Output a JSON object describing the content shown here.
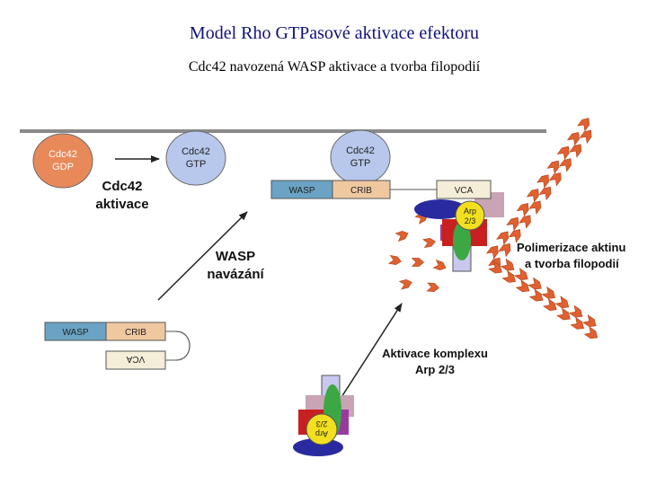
{
  "title": "Model Rho GTPasové aktivace efektoru",
  "subtitle": "Cdc42 navozená WASP aktivace a tvorba filopodií",
  "colors": {
    "title": "#10127a",
    "gdp_circle": "#e8895a",
    "gtp_circle": "#b8c8ec",
    "wasp_box": "#6aa3c4",
    "crib_box": "#f0c8a0",
    "vca_box": "#f4eed8",
    "membrane": "#8a8a8a",
    "actin": "#e06030",
    "arp_yellow": "#f2e020",
    "arp_green": "#3ca844",
    "arp_blue": "#2a2aa0",
    "arp_red": "#c82020",
    "arp_purple": "#9a3aa0",
    "arp_lavender": "#c8c8ee",
    "arp_mauve": "#c8a4b4"
  },
  "nodes": {
    "cdc42_gdp": {
      "line1": "Cdc42",
      "line2": "GDP"
    },
    "cdc42_gtp_mid": {
      "line1": "Cdc42",
      "line2": "GTP"
    },
    "cdc42_gtp_right": {
      "line1": "Cdc42",
      "line2": "GTP"
    },
    "wasp_active": {
      "wasp": "WASP",
      "crib": "CRIB",
      "vca": "VCA"
    },
    "wasp_inactive": {
      "wasp": "WASP",
      "crib": "CRIB",
      "vca": "VCA"
    },
    "arp_active": {
      "line1": "Arp",
      "line2": "2/3"
    },
    "arp_inactive": {
      "line1": "Arp",
      "line2": "2/3"
    }
  },
  "labels": {
    "cdc42_activation": {
      "line1": "Cdc42",
      "line2": "aktivace"
    },
    "wasp_binding": {
      "line1": "WASP",
      "line2": "navázání"
    },
    "arp_complex_activation": {
      "line1": "Aktivace komplexu",
      "line2": "Arp 2/3"
    },
    "actin_polymerization": {
      "line1": "Polimerizace aktinu",
      "line2": "a tvorba filopodií"
    }
  }
}
